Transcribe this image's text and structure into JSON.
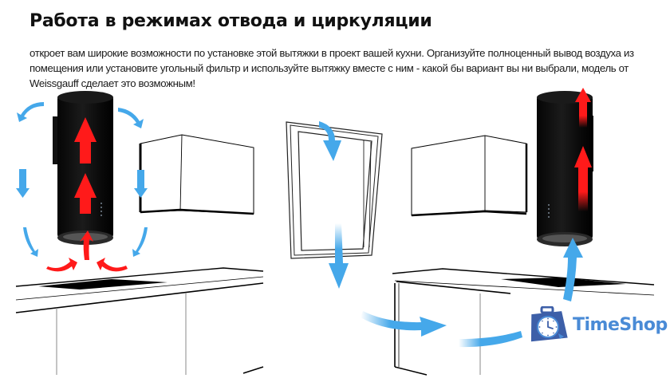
{
  "header": {
    "title": "Работа в режимах отвода и циркуляции",
    "description": "откроет вам широкие возможности по установке этой вытяжки в проект вашей кухни. Организуйте полноценный вывод воздуха из помещения или установите угольный фильтр и используйте вытяжку вместе с ним - какой бы вариант вы ни выбрали, модель от Weissgauff сделает это возможным!"
  },
  "illustrations": {
    "left": {
      "label": "recirculation-mode",
      "hood": "black-cylinder-hood",
      "arrows": [
        "red-up",
        "blue-circulation"
      ]
    },
    "center": {
      "label": "open-window",
      "arrows": [
        "blue-down"
      ]
    },
    "right": {
      "label": "extraction-mode",
      "hood": "black-cylinder-hood",
      "arrows": [
        "red-up",
        "blue-up"
      ]
    }
  },
  "colors": {
    "airflow_blue": "#45a8ea",
    "exhaust_red": "#ff1a1a",
    "hood_black": "#0d0d0d",
    "brand_blue": "#4a8bd6",
    "brand_dark": "#3d5fa8"
  },
  "watermark": {
    "brand": "TimeShop",
    "icon": "clock-briefcase-icon"
  }
}
